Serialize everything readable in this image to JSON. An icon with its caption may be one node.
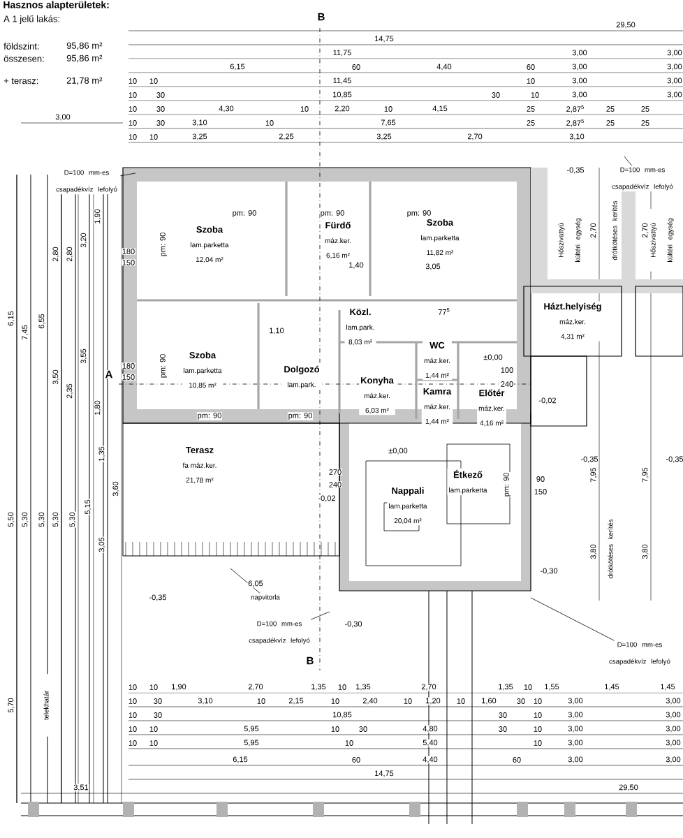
{
  "diagram": {
    "title": "Hasznos alapterületek:",
    "nodes": [
      {
        "text": [
          "Szoba",
          "lam.parketta",
          "12,04 m²"
        ]
      },
      {
        "text": [
          "Fürdő",
          "máz.ker.",
          "6,16 m²"
        ]
      },
      {
        "text": [
          "Szoba",
          "lam.parketta",
          "11,82 m²"
        ]
      },
      {
        "text": [
          "Közl.",
          "lam.park.",
          "8,03 m²"
        ]
      },
      {
        "text": [
          "Szoba",
          "lam.parketta",
          "10,85 m²"
        ]
      },
      {
        "text": [
          "Dolgozó",
          "lam.park."
        ]
      },
      {
        "text": [
          "WC",
          "máz.ker.",
          "1,44 m²"
        ]
      },
      {
        "text": [
          "Konyha",
          "máz.ker.",
          "6,03 m²"
        ]
      },
      {
        "text": [
          "Kamra",
          "máz.ker.",
          "1,44 m²"
        ]
      },
      {
        "text": [
          "Előtér",
          "máz.ker.",
          "4,16 m²"
        ]
      },
      {
        "text": [
          "Házt.helyiség",
          "máz.ker.",
          "4,31 m²"
        ]
      },
      {
        "text": [
          "Étkező",
          "lam.parketta"
        ]
      },
      {
        "text": [
          "Nappali",
          "lam.parketta",
          "20,04 m²"
        ]
      },
      {
        "text": [
          "Terasz",
          "fa máz.ker.",
          "21,78 m²"
        ]
      },
      {
        "text": [
          "D=100 mm-es csapadékvíz lefolyó"
        ]
      },
      {
        "text": [
          "D=100 mm-es csapadékvíz lefolyó"
        ]
      },
      {
        "text": [
          "napvitorla"
        ]
      },
      {
        "text": [
          "D=100 mm-es csapadékvíz lefolyó"
        ]
      },
      {
        "text": [
          "D=100 mm-es csapadékvíz lefolyó"
        ]
      }
    ],
    "edges": [
      {
        "from": 14,
        "to": null,
        "arrow": "none"
      },
      {
        "from": 15,
        "to": null,
        "arrow": "none"
      },
      {
        "from": 16,
        "to": null,
        "arrow": "none"
      },
      {
        "from": 17,
        "to": null,
        "arrow": "none"
      },
      {
        "from": 18,
        "to": null,
        "arrow": "none"
      }
    ],
    "labels": [
      "A 1 jelű lakás:",
      "földszint:",
      "95,86 m²",
      "összesen:",
      "95,86 m²",
      "+ terasz:",
      "21,78 m²",
      "B",
      "B",
      "A",
      "29,50",
      "14,75",
      "11,75",
      "3,00",
      "3,00",
      "6,15",
      "60",
      "4,40",
      "60",
      "3,00",
      "3,00",
      "10",
      "10",
      "11,45",
      "10",
      "3,00",
      "3,00",
      "10",
      "30",
      "10,85",
      "30",
      "10",
      "3,00",
      "3,00",
      "10",
      "30",
      "4,30",
      "10",
      "2,20",
      "10",
      "4,15",
      "25",
      "2,87$^{5}$",
      "25",
      "25",
      "10",
      "30",
      "3,10",
      "10",
      "7,65",
      "25",
      "2,87$^{5}$",
      "25",
      "25",
      "10",
      "10",
      "3,25",
      "2,25",
      "3,25",
      "2,70",
      "3,10",
      "3,00",
      "10",
      "10",
      "1,90",
      "2,70",
      "1,35",
      "10",
      "1,35",
      "2,70",
      "1,35",
      "10",
      "1,55",
      "1,45",
      "1,45",
      "10",
      "30",
      "3,10",
      "10",
      "2,15",
      "10",
      "2,40",
      "10",
      "1,20",
      "10",
      "1,60",
      "30",
      "10",
      "3,00",
      "3,00",
      "10",
      "30",
      "10,85",
      "30",
      "10",
      "3,00",
      "3,00",
      "10",
      "10",
      "5,95",
      "10",
      "30",
      "4,80",
      "30",
      "10",
      "3,00",
      "3,00",
      "10",
      "10",
      "5,95",
      "10",
      "5,40",
      "10",
      "3,00",
      "3,00",
      "6,15",
      "60",
      "4,40",
      "60",
      "3,00",
      "3,00",
      "14,75",
      "3,51",
      "29,50",
      "6,15",
      "7,45",
      "6,55",
      "2,80",
      "2,80",
      "3,20",
      "1,90",
      "3,55",
      "3,50",
      "2,35",
      "1,80",
      "5,50",
      "5,30",
      "5,30",
      "5,30",
      "5,30",
      "5,15",
      "1,35",
      "3,60",
      "3,05",
      "5,70",
      "2,70",
      "2,70",
      "7,95",
      "7,95",
      "3,80",
      "3,80",
      "pm: 90",
      "pm: 90",
      "pm: 90",
      "pm: 90",
      "pm: 90",
      "pm: 90",
      "pm: 90",
      "pm: 90",
      "180",
      "150",
      "180",
      "150",
      "1,10",
      "1,40",
      "3,05",
      "77$^{5}$",
      "±0,00",
      "±0,00",
      "-0,35",
      "-0,35",
      "-0,35",
      "-0,35",
      "-0,02",
      "-0,02",
      "-0,30",
      "-0,30",
      "6,05",
      "270",
      "240",
      "100",
      "240",
      "90",
      "150",
      "Hőszivattyú kültéri egység",
      "Hőszivattyú kültéri egység",
      "drótkötéses kerítés",
      "drótkötéses kerítés",
      "telekhatár"
    ]
  }
}
